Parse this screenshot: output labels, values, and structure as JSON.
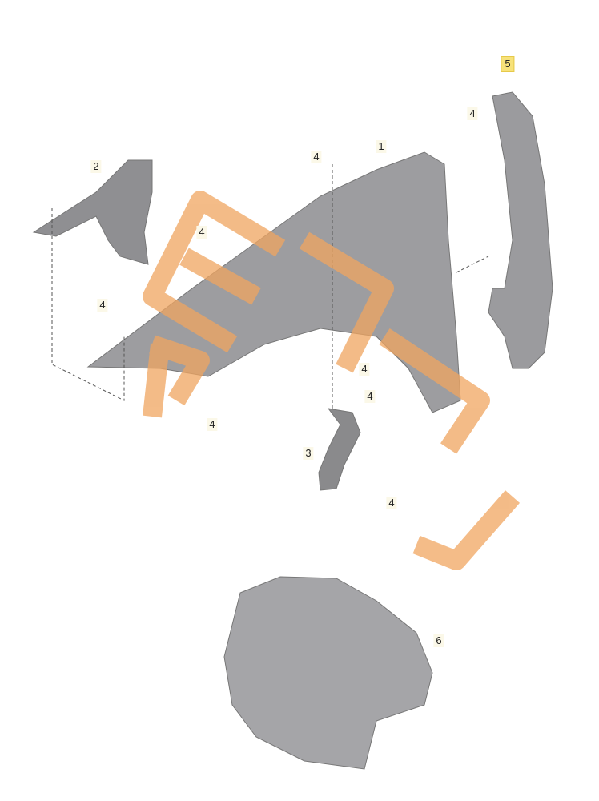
{
  "diagram": {
    "callouts": [
      {
        "id": "5",
        "highlighted": true
      },
      {
        "id": "4"
      },
      {
        "id": "4"
      },
      {
        "id": "1"
      },
      {
        "id": "2"
      },
      {
        "id": "4"
      },
      {
        "id": "4"
      },
      {
        "id": "4"
      },
      {
        "id": "4"
      },
      {
        "id": "4"
      },
      {
        "id": "3"
      },
      {
        "id": "4"
      },
      {
        "id": "6"
      }
    ],
    "highlight_color": "#f7e27a",
    "part_color": "#a9a9ab",
    "watermark": {
      "text": "EPC PARTS",
      "color": "#f0a560"
    }
  }
}
